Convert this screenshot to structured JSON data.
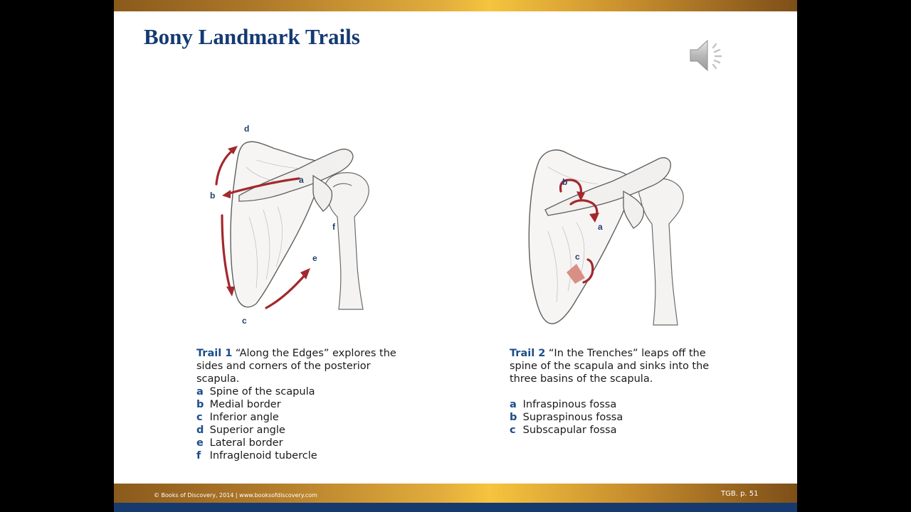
{
  "slide": {
    "title": "Bony Landmark Trails",
    "audio_icon": "speaker-icon"
  },
  "trail1": {
    "trail_label": "Trail 1",
    "caption": "“Along the Edges” explores the sides and corners of the posterior scapula.",
    "figure_letters": [
      "a",
      "b",
      "c",
      "d",
      "e",
      "f"
    ],
    "items": [
      {
        "key": "a",
        "label": "Spine of the scapula"
      },
      {
        "key": "b",
        "label": "Medial border"
      },
      {
        "key": "c",
        "label": "Inferior angle"
      },
      {
        "key": "d",
        "label": "Superior angle"
      },
      {
        "key": "e",
        "label": "Lateral border"
      },
      {
        "key": "f",
        "label": "Infraglenoid tubercle"
      }
    ]
  },
  "trail2": {
    "trail_label": "Trail 2",
    "caption": "“In the Trenches” leaps off the spine of the scapula and sinks into the three basins of the scapula.",
    "figure_letters": [
      "a",
      "b",
      "c"
    ],
    "items": [
      {
        "key": "a",
        "label": "Infraspinous fossa"
      },
      {
        "key": "b",
        "label": "Supraspinous fossa"
      },
      {
        "key": "c",
        "label": "Subscapular fossa"
      }
    ]
  },
  "footer": {
    "copyright": "© Books of Discovery, 2014  |  www.booksofdiscovery.com",
    "page_ref": "TGB. p. 51"
  },
  "colors": {
    "title": "#143a72",
    "trail_label": "#1d4d8a",
    "arrow": "#a3282d",
    "footer_navy": "#163a6e"
  }
}
